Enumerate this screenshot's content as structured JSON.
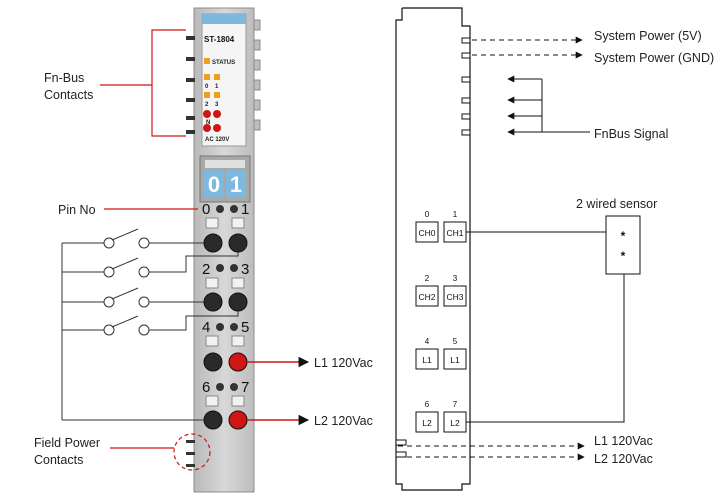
{
  "left": {
    "fnbus_label_line1": "Fn-Bus",
    "fnbus_label_line2": "Contacts",
    "pin_no_label": "Pin No",
    "l1_label": "L1 120Vac",
    "l2_label": "L2 120Vac",
    "field_power_line1": "Field Power",
    "field_power_line2": "Contacts",
    "module": {
      "model": "ST-1804",
      "status": "STATUS",
      "led_labels": [
        "0",
        "1",
        "2",
        "3"
      ],
      "n_label": "N",
      "ac_label": "AC 120V",
      "rotary_digits": [
        "0",
        "1"
      ],
      "pin_numbers": [
        "0",
        "1",
        "2",
        "3",
        "4",
        "5",
        "6",
        "7"
      ]
    }
  },
  "right": {
    "system_power_5v": "System Power (5V)",
    "system_power_gnd": "System Power (GND)",
    "fnbus_signal": "FnBus Signal",
    "sensor_label": "2 wired sensor",
    "sensor_marks": [
      "*",
      "*"
    ],
    "channels": [
      {
        "pin": "0",
        "label": "CH0"
      },
      {
        "pin": "1",
        "label": "CH1"
      },
      {
        "pin": "2",
        "label": "CH2"
      },
      {
        "pin": "3",
        "label": "CH3"
      },
      {
        "pin": "4",
        "label": "L1"
      },
      {
        "pin": "5",
        "label": "L1"
      },
      {
        "pin": "6",
        "label": "L2"
      },
      {
        "pin": "7",
        "label": "L2"
      }
    ],
    "l1_label": "L1 120Vac",
    "l2_label": "L2 120Vac"
  },
  "colors": {
    "module_body": "#c9c9c9",
    "accent_blue": "#7fb8de",
    "led_orange": "#f0a020",
    "terminal_red": "#d01515",
    "guide_red": "#d01515"
  }
}
